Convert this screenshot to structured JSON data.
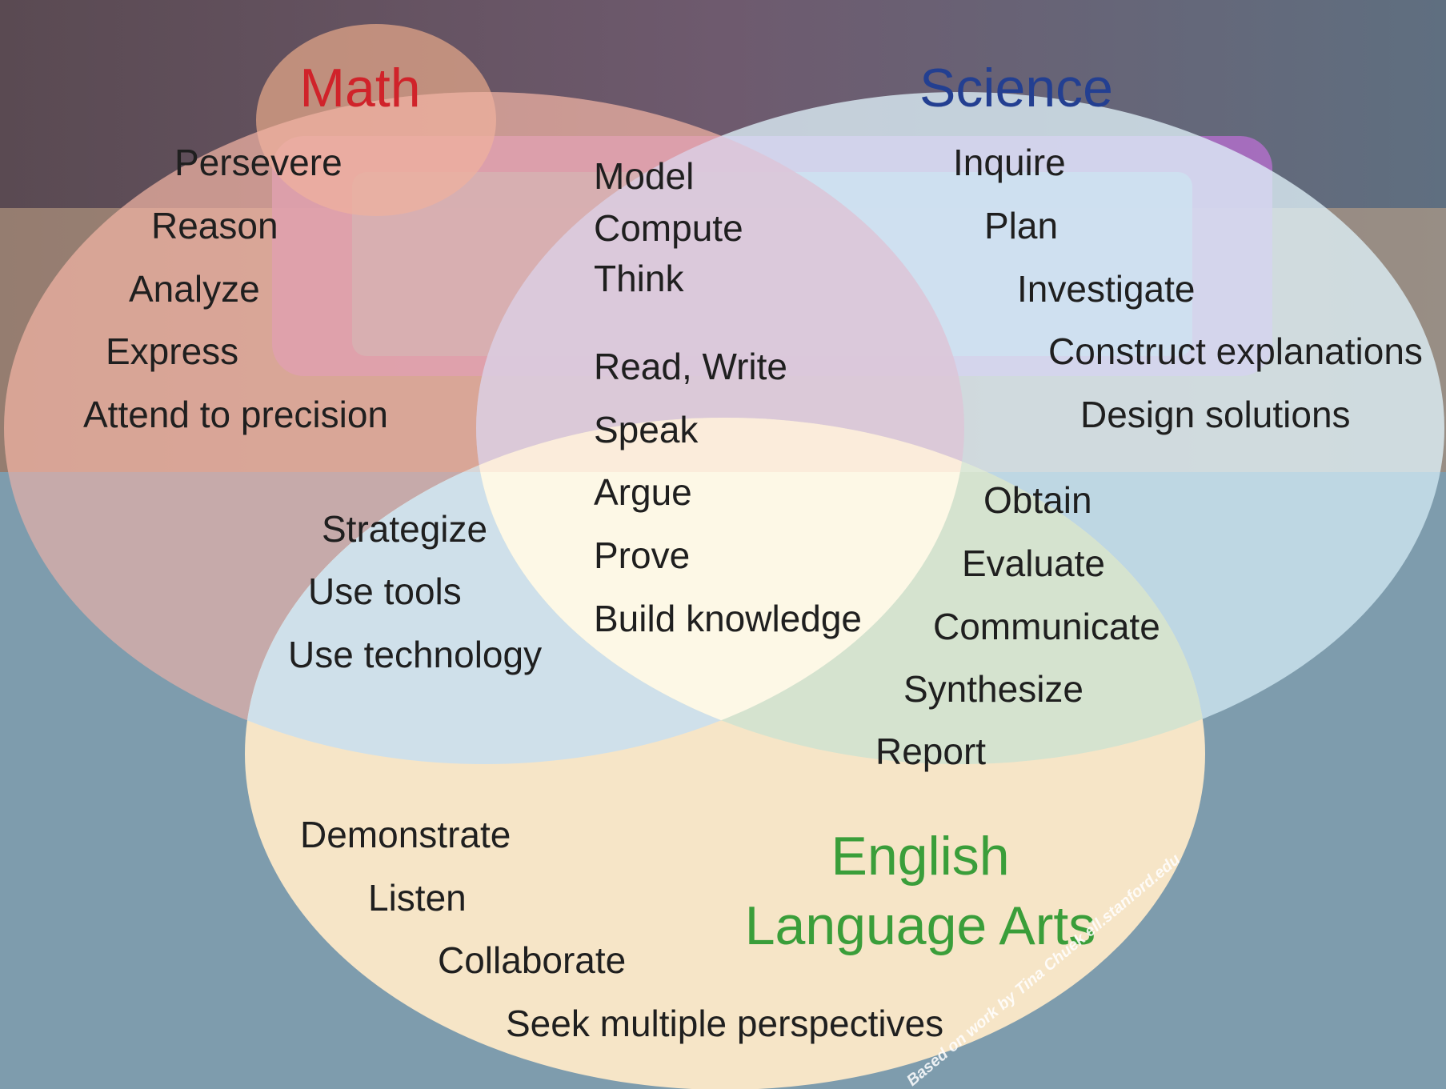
{
  "circles": {
    "math": {
      "title": "Math",
      "title_color": "#d0232a",
      "fill_color": "#f2b3a8",
      "items": [
        "Persevere",
        "Reason",
        "Analyze",
        "Express",
        "Attend to precision"
      ]
    },
    "science": {
      "title": "Science",
      "title_color": "#233f91",
      "fill_color": "#d7eef8",
      "items": [
        "Inquire",
        "Plan",
        "Investigate",
        "Construct explanations",
        "Design solutions"
      ]
    },
    "ela": {
      "title_line1": "English",
      "title_line2": "Language Arts",
      "title_color": "#3a9e3a",
      "fill_color": "#fde9c8",
      "items": [
        "Demonstrate",
        "Listen",
        "Collaborate",
        "Seek multiple perspectives"
      ]
    }
  },
  "overlaps": {
    "math_science": [
      "Model",
      "Compute",
      "Think"
    ],
    "math_ela": [
      "Strategize",
      "Use tools",
      "Use technology"
    ],
    "science_ela": [
      "Obtain",
      "Evaluate",
      "Communicate",
      "Synthesize",
      "Report"
    ],
    "all_three": [
      "Read, Write",
      "Speak",
      "Argue",
      "Prove",
      "Build knowledge"
    ]
  },
  "credit": "Based on work by Tina Chuek ell.stanford.edu",
  "colors": {
    "background": "#7e9cad",
    "photo_tint": "#7a5a6a",
    "center_fill": "#fdf8e6"
  }
}
